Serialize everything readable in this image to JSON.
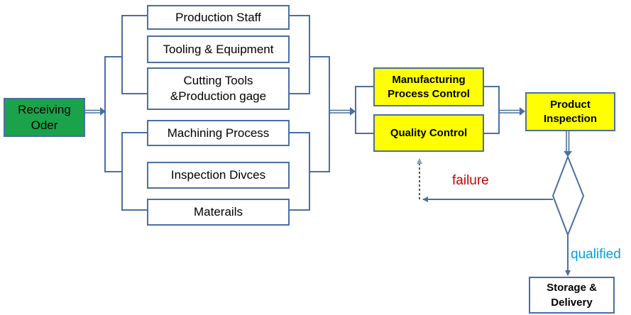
{
  "start": {
    "label_line1": "Receiving",
    "label_line2": "Oder"
  },
  "resources": [
    {
      "id": "production-staff",
      "line1": "Production Staff",
      "line2": ""
    },
    {
      "id": "tooling-equipment",
      "line1": "Tooling & Equipment",
      "line2": ""
    },
    {
      "id": "cutting-tools",
      "line1": "Cutting Tools",
      "line2": "&Production gage"
    },
    {
      "id": "machining-process",
      "line1": "Machining Process",
      "line2": ""
    },
    {
      "id": "inspection-devices",
      "line1": "Inspection Divces",
      "line2": ""
    },
    {
      "id": "materials",
      "line1": "Materails",
      "line2": ""
    }
  ],
  "controls": {
    "manufacturing_line1": "Manufacturing",
    "manufacturing_line2": "Process  Control",
    "quality": "Quality Control"
  },
  "inspection": {
    "line1": "Product",
    "line2": "Inspection"
  },
  "storage": {
    "line1": "Storage &",
    "line2": "Delivery"
  },
  "labels": {
    "failure": "failure",
    "qualified": "qualified"
  },
  "colors": {
    "line": "#4a6fa0",
    "start_fill": "#1aa34a",
    "control_fill": "#ffff00",
    "failure_text": "#cc0000",
    "qualified_text": "#00a0e0"
  }
}
